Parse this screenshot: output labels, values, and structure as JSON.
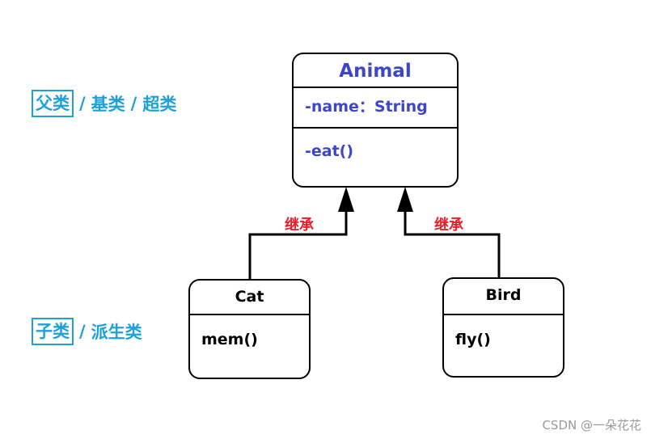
{
  "superclass_label": {
    "boxed": "父类",
    "sep1": "/",
    "alt1": "基类",
    "sep2": "/",
    "alt2": "超类"
  },
  "subclass_label": {
    "boxed": "子类",
    "sep1": "/",
    "alt1": "派生类"
  },
  "classes": {
    "animal": {
      "name": "Animal",
      "attribute": "-name：String",
      "operation": "-eat()"
    },
    "cat": {
      "name": "Cat",
      "operation": "mem()"
    },
    "bird": {
      "name": "Bird",
      "operation": "fly()"
    }
  },
  "relations": {
    "cat_to_animal": {
      "label": "继承"
    },
    "bird_to_animal": {
      "label": "继承"
    }
  },
  "watermark": "CSDN @一朵花花",
  "colors": {
    "superclass_text": "#3d45c8",
    "side_labels": "#1ea0d8",
    "relation_label": "#e8202a"
  }
}
